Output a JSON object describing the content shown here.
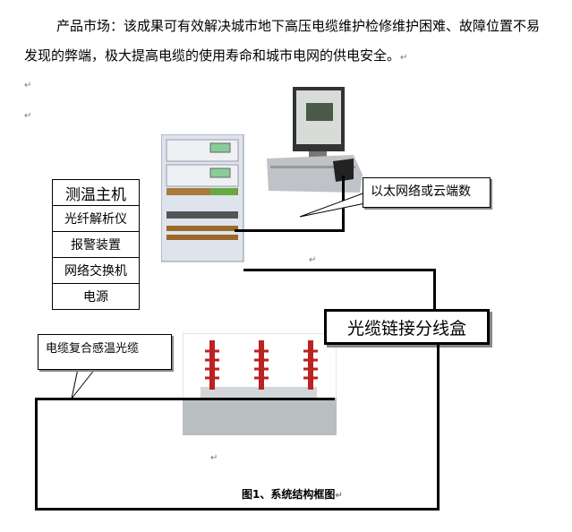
{
  "paragraph": {
    "line1": "产品市场：该成果可有效解决城市地下高压电缆维护检修维护困难、故障位置不易",
    "line2": "发现的弊端，极大提高电缆的使用寿命和城市电网的供电安全。"
  },
  "return_mark": "↵",
  "diagram": {
    "host_components": [
      "测温主机",
      "光纤解析仪",
      "报警装置",
      "网络交换机",
      "电源"
    ],
    "network_callout": "以太网络或云端数",
    "junction_box": "光缆链接分线盒",
    "cable_callout": "电缆复合感温光缆",
    "caption": "图1、系统结构框图"
  }
}
